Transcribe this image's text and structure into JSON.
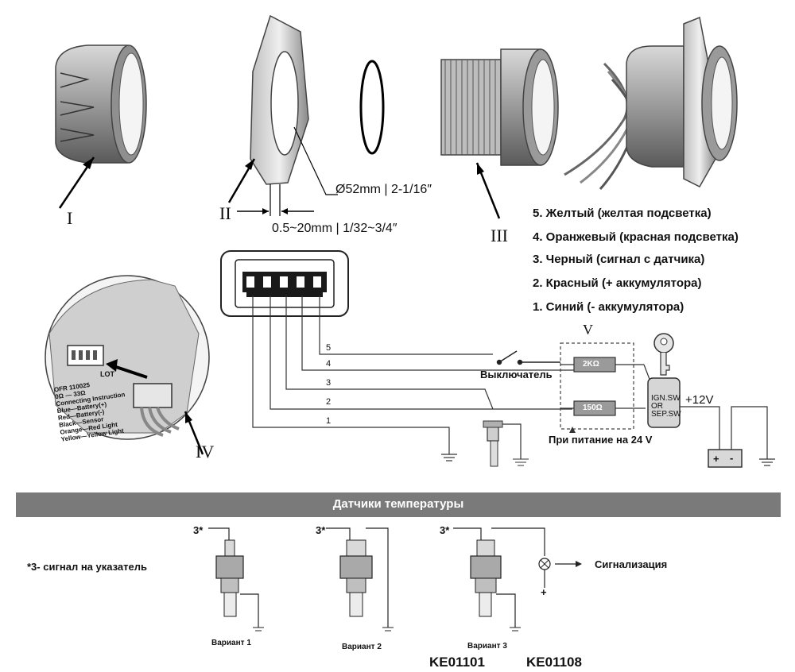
{
  "roman_labels": {
    "I": "I",
    "II": "II",
    "III": "III",
    "IV": "IV",
    "V": "V"
  },
  "dimensions": {
    "diameter": "Ø52mm | 2-1/16″",
    "thickness": "0.5~20mm | 1/32~3/4″"
  },
  "legend": [
    "5. Желтый (желтая подсветка)",
    "4. Оранжевый (красная подсветка)",
    "3. Черный (сигнал с датчика)",
    "2. Красный (+ аккумулятора)",
    "1. Синий (- аккумулятора)"
  ],
  "wires": [
    "5",
    "4",
    "3",
    "2",
    "1"
  ],
  "components": {
    "switch": "Выключатель",
    "r1": "2KΩ",
    "r2": "150Ω",
    "supply_note": "При питание на 24 V",
    "ign": [
      "IGN.SW",
      "OR",
      "SEP.SW"
    ],
    "v12": "+12V",
    "batt_plus": "+",
    "batt_minus": "-"
  },
  "gauge_back_text": [
    "OFR 110025",
    "0Ω — 33Ω",
    "Connecting Instruction",
    "Blue—Battery(+)",
    "Red—Battery(-)",
    "Black—Sensor",
    "Orange—Red Light",
    "Yellow—Yellow Light",
    "LOT"
  ],
  "banner_title": "Датчики температуры",
  "sensors": {
    "footnote": "*3- сигнал на указатель",
    "pin_label": "3*",
    "variants": [
      "Вариант 1",
      "Вариант 2",
      "Вариант 3"
    ],
    "alarm": "Сигнализация",
    "plus": "+"
  },
  "codes": [
    "KE01101",
    "KE01108"
  ]
}
